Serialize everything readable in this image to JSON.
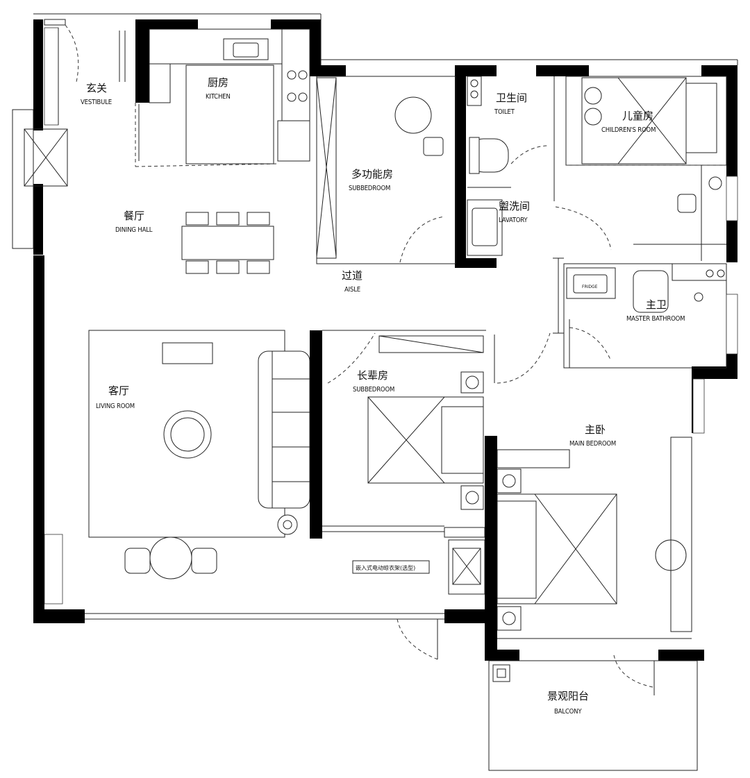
{
  "rooms": {
    "vestibule": {
      "cn": "玄关",
      "en": "VESTIBULE"
    },
    "kitchen": {
      "cn": "厨房",
      "en": "KITCHEN"
    },
    "dining": {
      "cn": "餐厅",
      "en": "DINING HALL"
    },
    "multifunction": {
      "cn": "多功能房",
      "en": "SUBBEDROOM"
    },
    "toilet": {
      "cn": "卫生间",
      "en": "TOILET"
    },
    "lavatory": {
      "cn": "盥洗间",
      "en": "LAVATORY"
    },
    "children": {
      "cn": "儿童房",
      "en": "CHILDREN'S ROOM"
    },
    "aisle": {
      "cn": "过道",
      "en": "AISLE"
    },
    "master_bath": {
      "cn": "主卫",
      "en": "MASTER BATHROOM"
    },
    "living": {
      "cn": "客厅",
      "en": "LIVING ROOM"
    },
    "elder": {
      "cn": "长辈房",
      "en": "SUBBEDROOM"
    },
    "main_bedroom": {
      "cn": "主卧",
      "en": "MAIN BEDROOM"
    },
    "balcony": {
      "cn": "景观阳台",
      "en": "BALCONY"
    }
  },
  "notes": {
    "wardrobe": "嵌入式电动晾衣架(选型)",
    "fridge": "FRIDGE"
  }
}
